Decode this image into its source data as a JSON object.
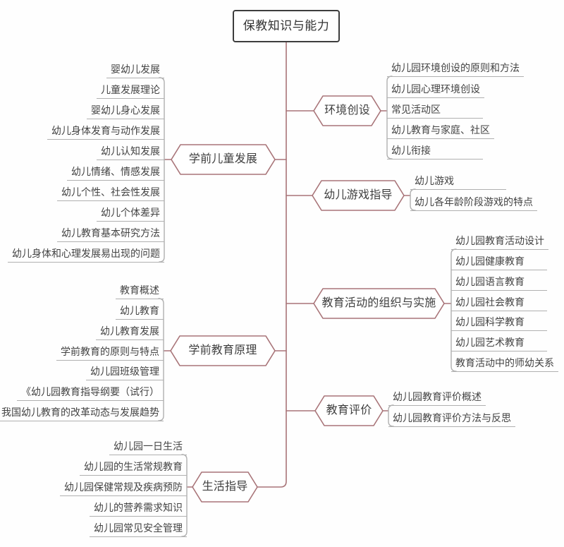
{
  "title": "保教知识与能力",
  "colors": {
    "accent": "#a87478",
    "underline": "#b0b0b0",
    "text": "#3f3f3f",
    "root_border": "#3d3d3d"
  },
  "branches": [
    {
      "id": "preschool-child-development",
      "side": "left",
      "label": "学前儿童发展",
      "items": [
        "婴幼儿发展",
        "儿童发展理论",
        "婴幼儿身心发展",
        "幼儿身体发育与动作发展",
        "幼儿认知发展",
        "幼儿情绪、情感发展",
        "幼儿个性、社会性发展",
        "幼儿个体差异",
        "幼儿教育基本研究方法",
        "幼儿身体和心理发展易出现的问题"
      ]
    },
    {
      "id": "preschool-education-principles",
      "side": "left",
      "label": "学前教育原理",
      "items": [
        "教育概述",
        "幼儿教育",
        "幼儿教育发展",
        "学前教育的原则与特点",
        "幼儿园班级管理",
        "《幼儿园教育指导纲要（试行）",
        "我国幼儿教育的改革动态与发展趋势"
      ]
    },
    {
      "id": "life-guidance",
      "side": "left",
      "label": "生活指导",
      "items": [
        "幼儿园一日生活",
        "幼儿园的生活常规教育",
        "幼儿园保健常规及疾病预防",
        "幼儿的营养需求知识",
        "幼儿园常见安全管理"
      ]
    },
    {
      "id": "environment-creation",
      "side": "right",
      "label": "环境创设",
      "items": [
        "幼儿园环境创设的原则和方法",
        "幼儿园心理环境创设",
        "常见活动区",
        "幼儿教育与家庭、社区",
        "幼儿衔接"
      ]
    },
    {
      "id": "play-guidance",
      "side": "right",
      "label": "幼儿游戏指导",
      "items": [
        "幼儿游戏",
        "幼儿各年龄阶段游戏的特点"
      ]
    },
    {
      "id": "activity-organization",
      "side": "right",
      "label": "教育活动的组织与实施",
      "items": [
        "幼儿园教育活动设计",
        "幼儿园健康教育",
        "幼儿园语言教育",
        "幼儿园社会教育",
        "幼儿园科学教育",
        "幼儿园艺术教育",
        "教育活动中的师幼关系"
      ]
    },
    {
      "id": "education-evaluation",
      "side": "right",
      "label": "教育评价",
      "items": [
        "幼儿园教育评价概述",
        "幼儿园教育评价方法与反思"
      ]
    }
  ]
}
